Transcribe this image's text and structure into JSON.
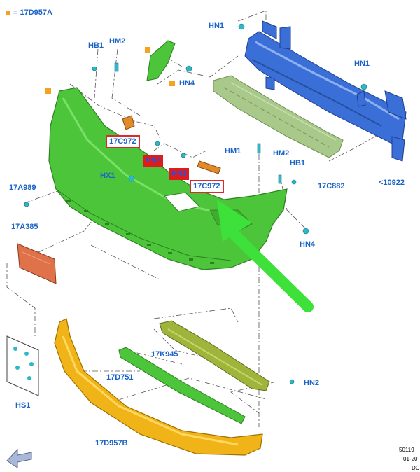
{
  "legend": {
    "symbol": "orange-square",
    "text": "= 17D957A"
  },
  "labels": {
    "hn1_top": "HN1",
    "hb1_left": "HB1",
    "hm2_left": "HM2",
    "hn4_top": "HN4",
    "hn1_right": "HN1",
    "c972_a": "17C972",
    "hn3_a": "HN3",
    "hn3_b": "HN3",
    "c972_b": "17C972",
    "hm1": "HM1",
    "hm2_right": "HM2",
    "hb1_right": "HB1",
    "hx1": "HX1",
    "a989": "17A989",
    "c882": "17C882",
    "n10922": "<10922",
    "a385": "17A385",
    "hn4_right": "HN4",
    "k945": "17K945",
    "d751": "17D751",
    "hn2": "HN2",
    "hs1": "HS1",
    "d957b": "17D957B"
  },
  "ref_code": {
    "line1": "50119",
    "line2": "01-20",
    "line3": "DC"
  },
  "colors": {
    "label_blue": "#1a63c7",
    "bumper_green": "#4cc53a",
    "beam_blue": "#3a6fd8",
    "absorber_green": "#a9c98a",
    "lower_yellow": "#f0b419",
    "bracket_orange": "#e0724a",
    "legend_orange": "#f5a21d",
    "highlight_red": "#d92b2b"
  },
  "icons": [
    "orange-square-icon",
    "fastener-icon",
    "clip-icon",
    "back-arrow-icon",
    "pointer-arrow-icon"
  ]
}
